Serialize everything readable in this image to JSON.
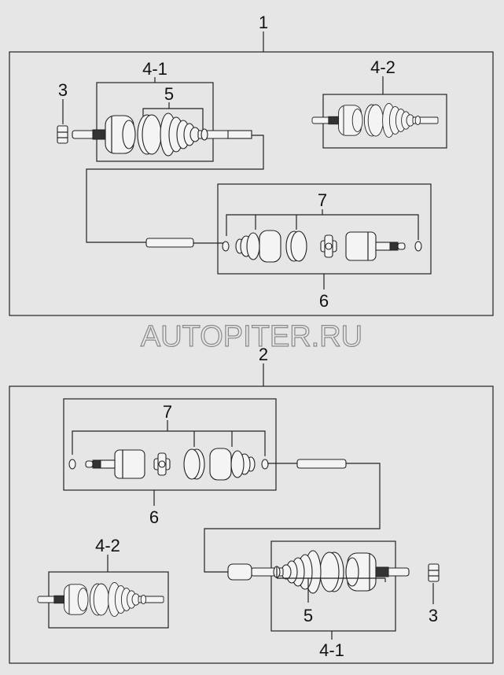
{
  "watermark": "AUTOPITER.RU",
  "upper_assembly": {
    "main_label": "1",
    "outer_joint_label": "4-1",
    "boot_kit_label": "5",
    "nut_label": "3",
    "outer_joint_alt_label": "4-2",
    "inner_boot_kit_label": "7",
    "inner_joint_label": "6"
  },
  "lower_assembly": {
    "main_label": "2",
    "inner_boot_kit_label": "7",
    "inner_joint_label": "6",
    "outer_joint_alt_label": "4-2",
    "boot_kit_label": "5",
    "nut_label": "3",
    "outer_joint_label": "4-1"
  }
}
